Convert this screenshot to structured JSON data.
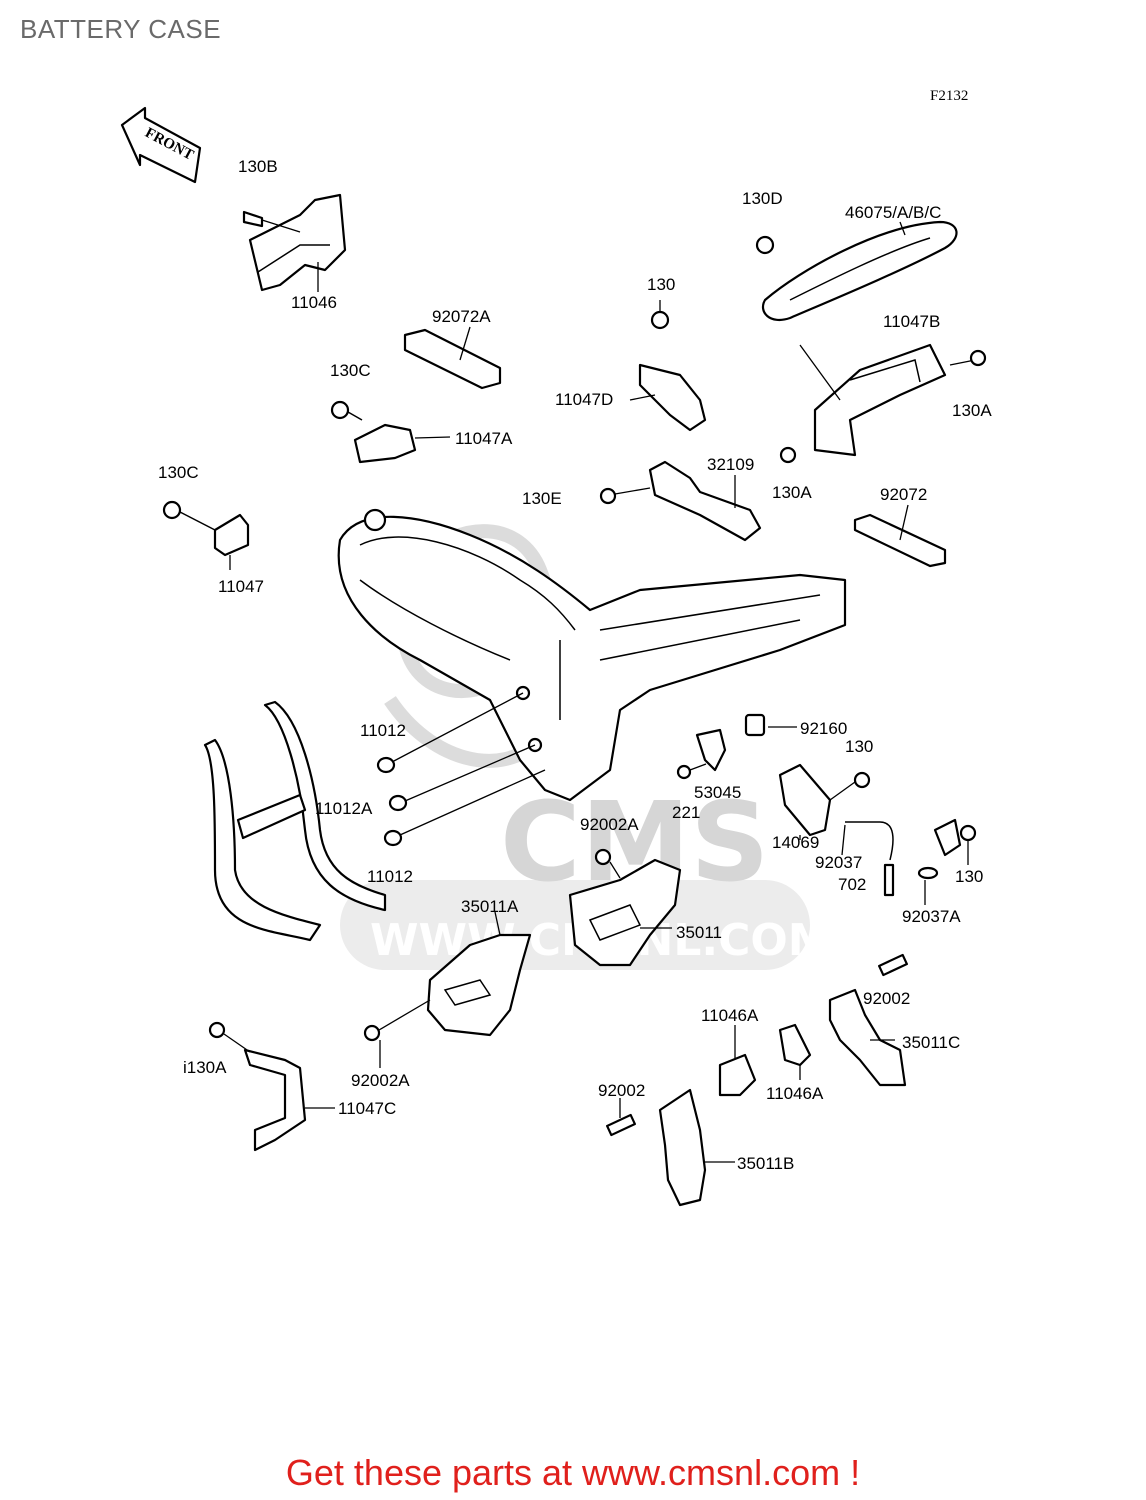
{
  "title": "BATTERY CASE",
  "figure_code": "F2132",
  "front_label": "FRONT",
  "watermark": {
    "logo_text": "CMS",
    "url_text": "WWW.CMSNL.COM"
  },
  "callouts": [
    {
      "id": "130b",
      "text": "130B"
    },
    {
      "id": "11046",
      "text": "11046"
    },
    {
      "id": "92072a",
      "text": "92072A"
    },
    {
      "id": "130c-1",
      "text": "130C"
    },
    {
      "id": "11047a",
      "text": "11047A"
    },
    {
      "id": "130c-2",
      "text": "130C"
    },
    {
      "id": "11047",
      "text": "11047"
    },
    {
      "id": "130-1",
      "text": "130"
    },
    {
      "id": "11047d",
      "text": "11047D"
    },
    {
      "id": "130d",
      "text": "130D"
    },
    {
      "id": "46075abc",
      "text": "46075/A/B/C"
    },
    {
      "id": "11047b",
      "text": "11047B"
    },
    {
      "id": "130a-1",
      "text": "130A"
    },
    {
      "id": "130a-2",
      "text": "130A"
    },
    {
      "id": "32109",
      "text": "32109"
    },
    {
      "id": "130e",
      "text": "130E"
    },
    {
      "id": "92072",
      "text": "92072"
    },
    {
      "id": "11012-1",
      "text": "11012"
    },
    {
      "id": "11012a",
      "text": "11012A"
    },
    {
      "id": "11012-2",
      "text": "11012"
    },
    {
      "id": "92160",
      "text": "92160"
    },
    {
      "id": "130-2",
      "text": "130"
    },
    {
      "id": "53045",
      "text": "53045"
    },
    {
      "id": "221",
      "text": "221"
    },
    {
      "id": "14069",
      "text": "14069"
    },
    {
      "id": "92037",
      "text": "92037"
    },
    {
      "id": "702",
      "text": "702"
    },
    {
      "id": "130-3",
      "text": "130"
    },
    {
      "id": "92037a",
      "text": "92037A"
    },
    {
      "id": "92002a-1",
      "text": "92002A"
    },
    {
      "id": "35011a",
      "text": "35011A"
    },
    {
      "id": "35011",
      "text": "35011"
    },
    {
      "id": "92002-1",
      "text": "92002"
    },
    {
      "id": "35011c",
      "text": "35011C"
    },
    {
      "id": "11046a-1",
      "text": "11046A"
    },
    {
      "id": "11046a-2",
      "text": "11046A"
    },
    {
      "id": "92002a-2",
      "text": "92002A"
    },
    {
      "id": "i130a",
      "text": "i130A"
    },
    {
      "id": "11047c",
      "text": "11047C"
    },
    {
      "id": "92002-2",
      "text": "92002"
    },
    {
      "id": "35011b",
      "text": "35011B"
    }
  ],
  "footer_text": "Get these parts at www.cmsnl.com !",
  "colors": {
    "footer": "#e0201c",
    "title": "#6a6a6a",
    "watermark": "#d6d6d6"
  }
}
